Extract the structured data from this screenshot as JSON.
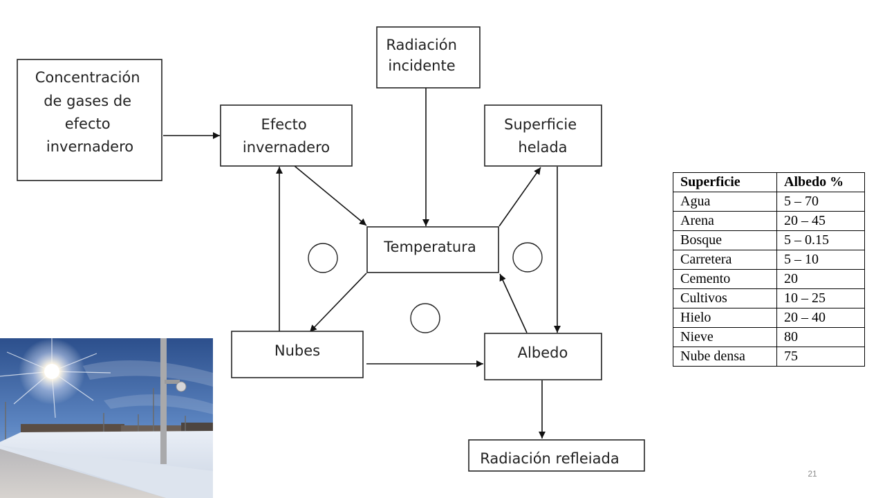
{
  "diagram": {
    "boxes": {
      "concentracion": [
        "Concentración",
        "de gases de",
        "efecto",
        "invernadero"
      ],
      "efecto": [
        "Efecto",
        "invernadero"
      ],
      "radiacion_incidente": [
        "Radiación",
        "incidente"
      ],
      "superficie": [
        "Superficie",
        "helada"
      ],
      "temperatura": [
        "Temperatura"
      ],
      "nubes": [
        "Nubes"
      ],
      "albedo": [
        "Albedo"
      ],
      "radiacion_reflejada": [
        "Radiación refleiada"
      ]
    }
  },
  "table": {
    "headers": [
      "Superficie",
      "Albedo %"
    ],
    "rows": [
      [
        "Agua",
        "5 – 70"
      ],
      [
        "Arena",
        "20 – 45"
      ],
      [
        "Bosque",
        "5 – 0.15"
      ],
      [
        "Carretera",
        "5 – 10"
      ],
      [
        "Cemento",
        "20"
      ],
      [
        "Cultivos",
        "10 – 25"
      ],
      [
        "Hielo",
        "20 – 40"
      ],
      [
        "Nieve",
        "80"
      ],
      [
        "Nube densa",
        "75"
      ]
    ]
  },
  "slide": {
    "page_number": "21"
  }
}
